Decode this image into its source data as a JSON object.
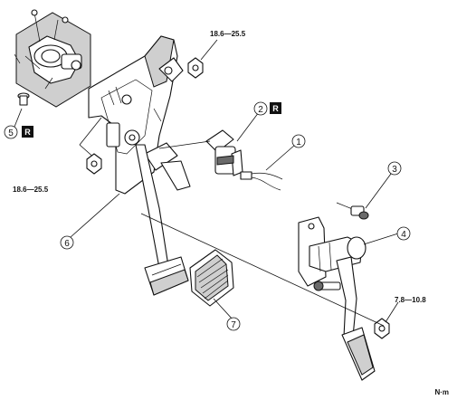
{
  "torque_labels": {
    "top_right": "18.6—25.5",
    "left": "18.6—25.5",
    "lower_right": "7.8—10.8"
  },
  "unit": "N·m",
  "callouts": [
    "1",
    "2",
    "3",
    "4",
    "5",
    "6",
    "7"
  ],
  "replace_badge": "R",
  "colors": {
    "ink": "#111111",
    "shade": "#cfcfcf",
    "dark": "#6a6a6a",
    "background": "#ffffff"
  }
}
